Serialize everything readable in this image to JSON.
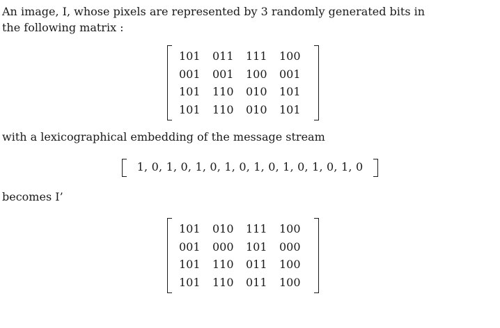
{
  "intro": "An image, I, whose pixels are represented by 3 randomly generated bits in",
  "intro2": "the following matrix :",
  "matrix1": [
    [
      "101",
      "011",
      "111",
      "100"
    ],
    [
      "001",
      "001",
      "100",
      "001"
    ],
    [
      "101",
      "110",
      "010",
      "101"
    ],
    [
      "101",
      "110",
      "010",
      "101"
    ]
  ],
  "embedding_text": "with a lexicographical embedding of the message stream",
  "message_stream": "1, 0, 1, 0, 1, 0, 1, 0, 1, 0, 1, 0, 1, 0, 1, 0",
  "becomes_text": "becomes I’",
  "matrix2": [
    [
      "101",
      "010",
      "111",
      "100"
    ],
    [
      "001",
      "000",
      "101",
      "000"
    ],
    [
      "101",
      "110",
      "011",
      "100"
    ],
    [
      "101",
      "110",
      "011",
      "100"
    ]
  ]
}
